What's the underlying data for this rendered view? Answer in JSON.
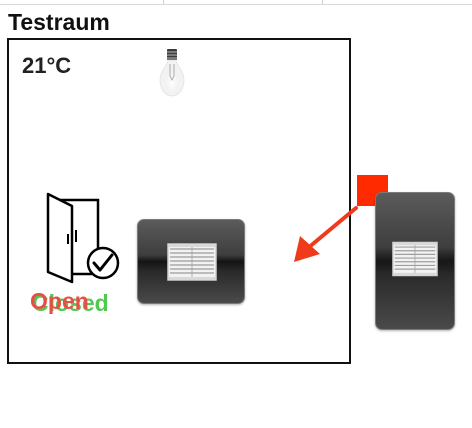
{
  "room": {
    "title": "Testraum",
    "temperature": "21°C"
  },
  "door": {
    "icon": "door-open-check-icon",
    "status_closed": "Closed",
    "status_open": "Open"
  },
  "light": {
    "icon": "light-bulb-icon"
  },
  "blinds": {
    "icon": "window-blinds-icon"
  },
  "colors": {
    "handle": "#ff2a00",
    "arrow": "#f03a1c",
    "status_open": "#e84e48",
    "status_closed": "#4fca4f",
    "tile_dark": "#3e3e3e",
    "frame": "#111111"
  }
}
